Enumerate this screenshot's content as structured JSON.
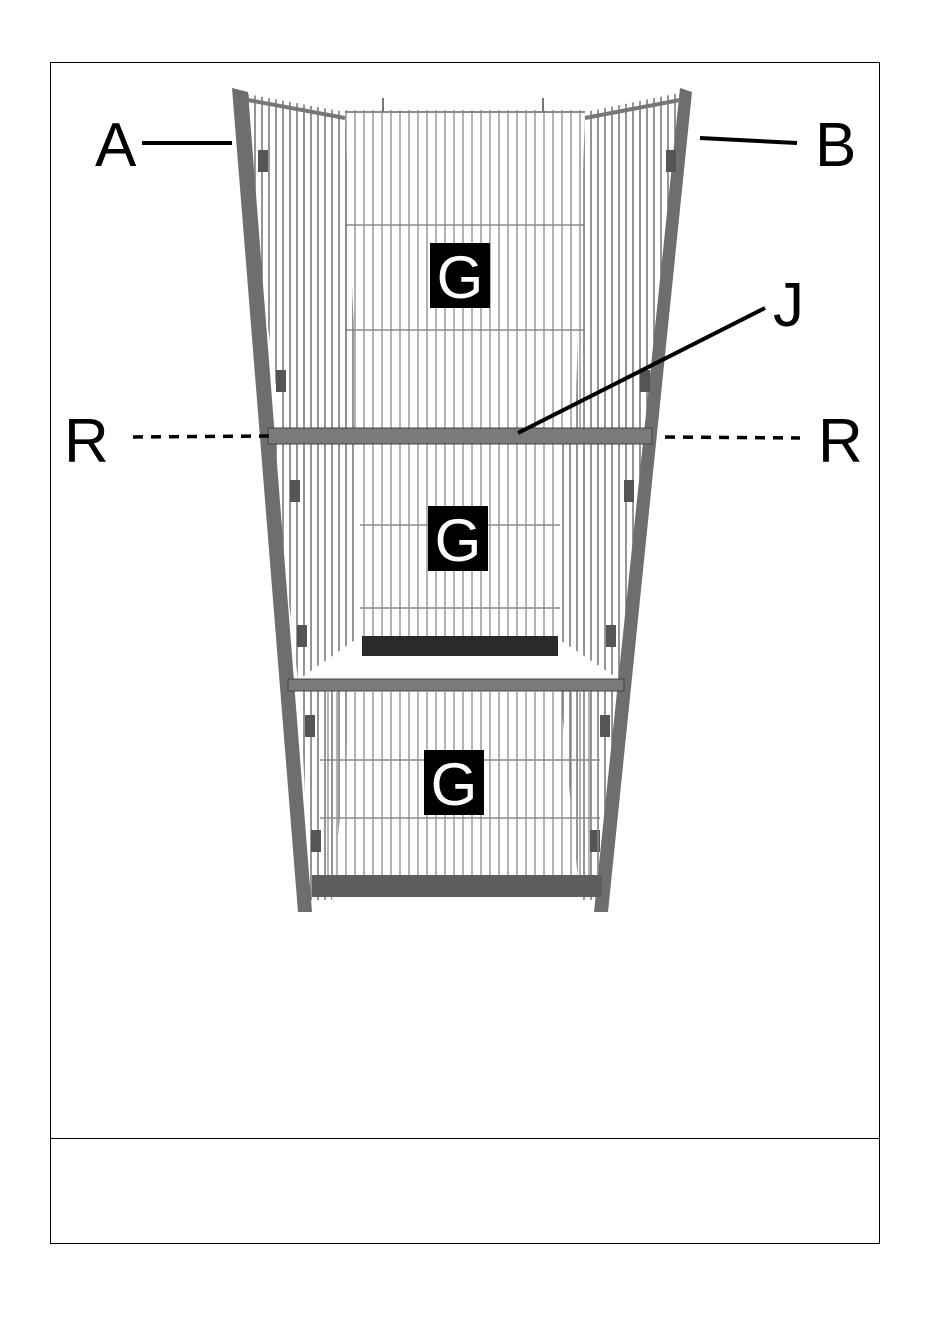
{
  "diagram": {
    "callouts": {
      "a": "A",
      "b": "B",
      "j": "J",
      "r_left": "R",
      "r_right": "R"
    },
    "panel_tags": [
      "G",
      "G",
      "G"
    ]
  },
  "colors": {
    "frame_metal": "#6e6e6e",
    "wire": "#8a8a8a",
    "tag_background": "#000000",
    "tag_text": "#ffffff",
    "line": "#000000"
  }
}
